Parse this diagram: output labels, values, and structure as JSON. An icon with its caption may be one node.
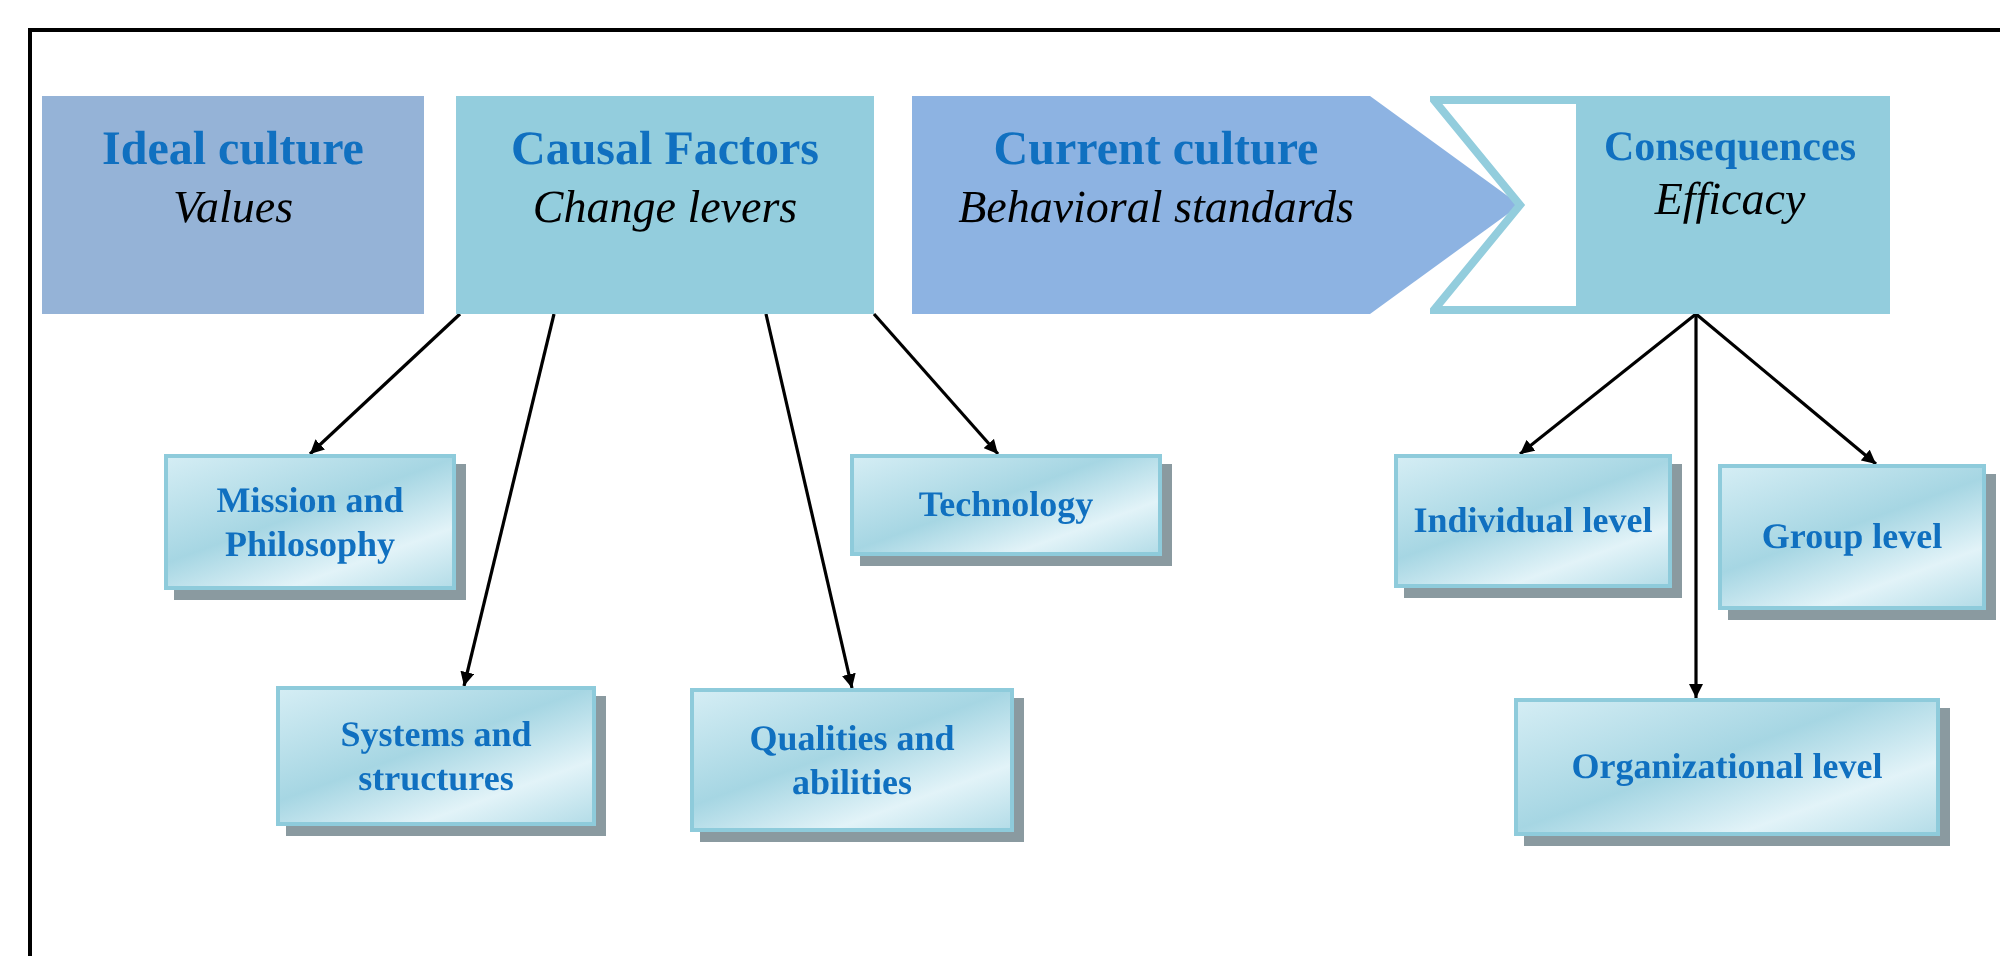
{
  "diagram": {
    "nodes": [
      {
        "text": [
          "Ideal culture",
          "Values"
        ]
      },
      {
        "text": [
          "Causal Factors",
          "Change levers"
        ]
      },
      {
        "text": [
          "Current culture",
          "Behavioral standards"
        ]
      },
      {
        "text": [
          "Consequences",
          "Efficacy"
        ]
      },
      {
        "text": [
          "Mission and Philosophy"
        ]
      },
      {
        "text": [
          "Technology"
        ]
      },
      {
        "text": [
          "Systems and structures"
        ]
      },
      {
        "text": [
          "Qualities and abilities"
        ]
      },
      {
        "text": [
          "Individual level"
        ]
      },
      {
        "text": [
          "Group level"
        ]
      },
      {
        "text": [
          "Organizational level"
        ]
      }
    ],
    "edges": [
      {
        "from": 1,
        "to": 4,
        "arrow": "to"
      },
      {
        "from": 1,
        "to": 6,
        "arrow": "to"
      },
      {
        "from": 1,
        "to": 7,
        "arrow": "to"
      },
      {
        "from": 1,
        "to": 5,
        "arrow": "to"
      },
      {
        "from": 3,
        "to": 8,
        "arrow": "to"
      },
      {
        "from": 3,
        "to": 10,
        "arrow": "to"
      },
      {
        "from": 3,
        "to": 9,
        "arrow": "to"
      }
    ]
  }
}
